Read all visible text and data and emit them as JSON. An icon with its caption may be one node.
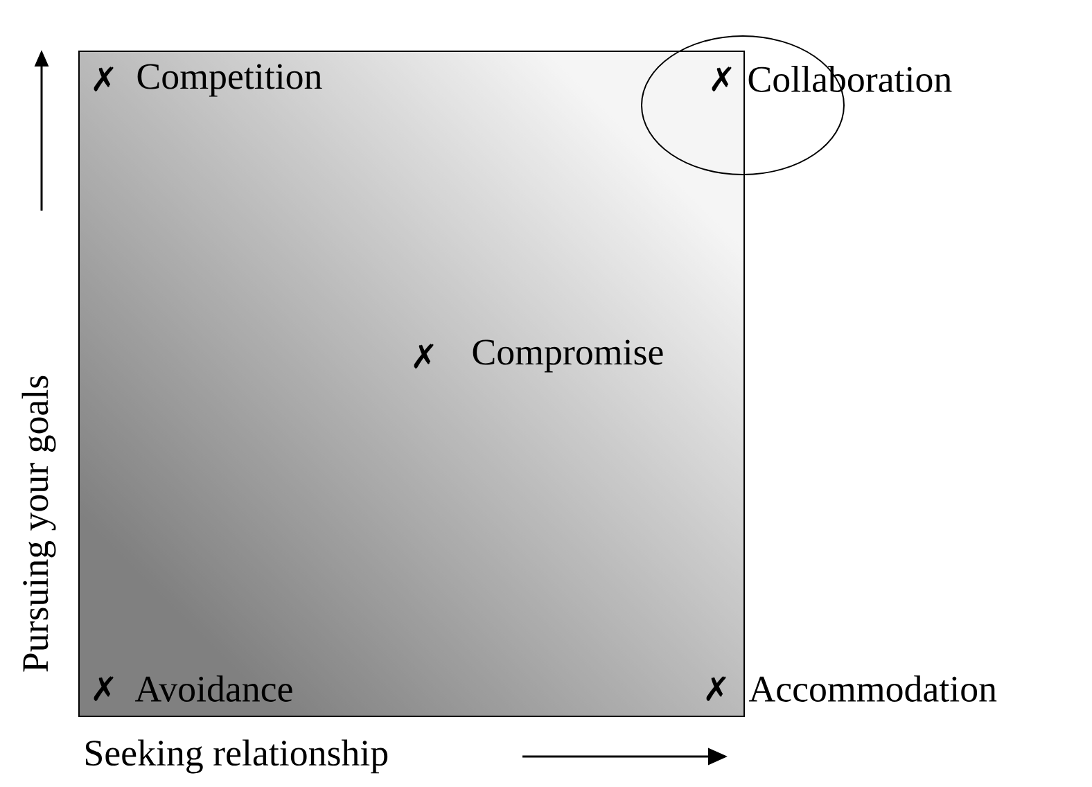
{
  "diagram": {
    "nodes": [
      {
        "text": [
          "✗",
          "Collaboration"
        ]
      }
    ],
    "labels": [
      "✗",
      "Competition",
      "✗",
      "Compromise",
      "✗",
      "Avoidance",
      "✗",
      "Accommodation",
      "Pursuing your goals",
      "Seeking relationship"
    ]
  }
}
